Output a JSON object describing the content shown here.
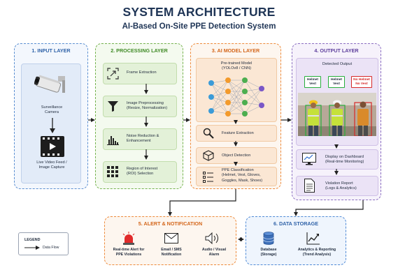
{
  "title": "SYSTEM ARCHITECTURE",
  "subtitle": "AI-Based On-Site PPE Detection System",
  "colors": {
    "input": "#5b8fd1",
    "processing": "#74b24e",
    "ai_model": "#ee8a3a",
    "output": "#8c6fc1",
    "alert": "#ee8a3a",
    "storage": "#4f8ad6",
    "arrow": "#222222"
  },
  "input_layer": {
    "title": "1. INPUT LAYER",
    "camera_label": "Surveillance\nCamera",
    "camera_icon": "cctv-camera-icon",
    "video_label": "Live Video Feed /\nImage Capture",
    "video_icon": "video-player-icon"
  },
  "processing_layer": {
    "title": "2. PROCESSING LAYER",
    "steps": [
      {
        "label": "Frame Extraction",
        "icon": "frame-crop-icon"
      },
      {
        "label": "Image Preprocessing\n(Resize, Normalization)",
        "icon": "funnel-icon"
      },
      {
        "label": "Noise Reduction &\nEnhancement",
        "icon": "bar-chart-icon"
      },
      {
        "label": "Region of Interest\n(ROI) Selection",
        "icon": "grid-icon"
      }
    ]
  },
  "ai_layer": {
    "title": "3. AI MODEL LAYER",
    "model_label": "Pre-trained Model\n(YOLOv8 / CNN)",
    "model_icon": "neural-network-icon",
    "steps": [
      {
        "label": "Feature Extraction",
        "icon": "magnifier-icon"
      },
      {
        "label": "Object Detection",
        "icon": "cube-icon"
      },
      {
        "label": "PPE Classification\n(Helmet, Vest, Gloves,\nGoggles, Mask, Shoes)",
        "icon": "checklist-icon"
      }
    ]
  },
  "output_layer": {
    "title": "4. OUTPUT LAYER",
    "detected_title": "Detected Output",
    "tags": [
      "Helmet\nVest",
      "Helmet\nVest",
      "No Helmet\nNo Vest"
    ],
    "dashboard_label": "Display on Dashboard\n(Real-time Monitoring)",
    "dashboard_icon": "monitor-chart-icon",
    "report_label": "Violation Report\n(Logs & Analytics)",
    "report_icon": "document-icon"
  },
  "alert_layer": {
    "title": "5. ALERT & NOTIFICATION",
    "items": [
      {
        "label": "Real-time Alert for\nPPE Violations",
        "icon": "siren-icon"
      },
      {
        "label": "Email / SMS\nNotification",
        "icon": "envelope-icon"
      },
      {
        "label": "Audio / Visual\nAlarm",
        "icon": "speaker-icon"
      }
    ]
  },
  "storage_layer": {
    "title": "6. DATA STORAGE",
    "items": [
      {
        "label": "Database\n(Storage)",
        "icon": "database-icon"
      },
      {
        "label": "Analytics & Reporting\n(Trend Analysis)",
        "icon": "trend-chart-icon"
      }
    ]
  },
  "legend": {
    "title": "LEGEND",
    "flow_label": "Data Flow"
  }
}
